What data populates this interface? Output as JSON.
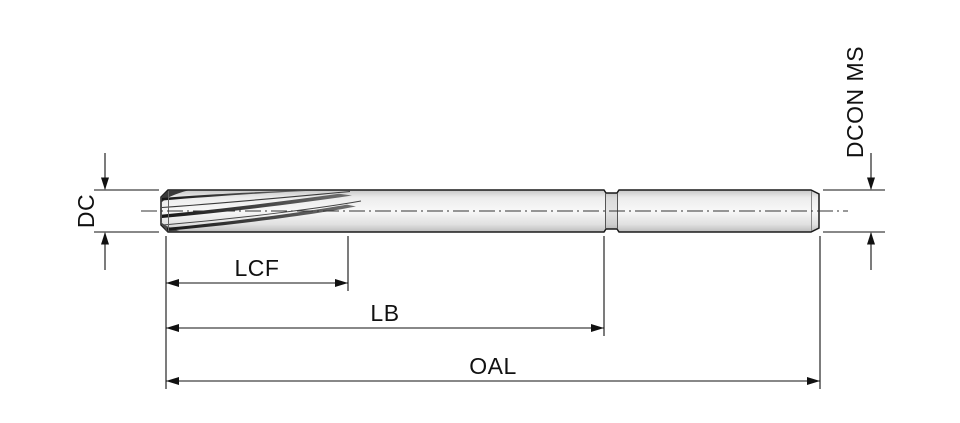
{
  "drawing": {
    "labels": {
      "dc": "DC",
      "lcf": "LCF",
      "lb": "LB",
      "oal": "OAL",
      "dcon_ms": "DCON MS"
    },
    "colors": {
      "line": "#111111",
      "tool_fill_light": "#f7f7f7",
      "tool_fill_dark": "#bfbfbf",
      "flute_dark": "#1c1c1c"
    }
  }
}
